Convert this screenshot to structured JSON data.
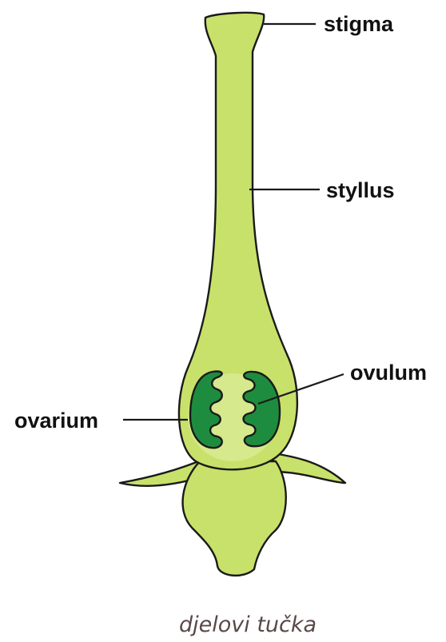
{
  "labels": {
    "stigma": "stigma",
    "stylus": "styllus",
    "ovule": "ovulum",
    "ovary": "ovarium"
  },
  "caption": "djelovi tučka",
  "colors": {
    "tissue": "#c8e16a",
    "tissue_highlight": "#e2f0a8",
    "ovule": "#1e8c3e",
    "ovule_inner": "#d8ec94",
    "outline": "#1a1a1a",
    "caption": "#5a4848"
  }
}
